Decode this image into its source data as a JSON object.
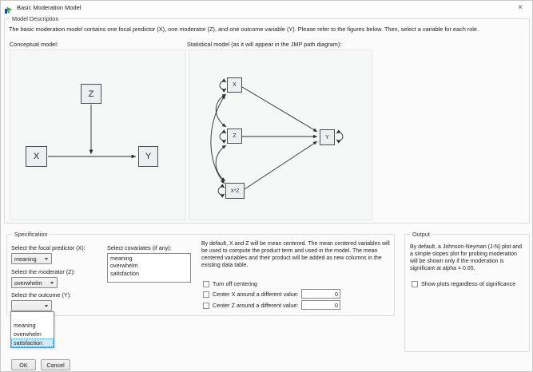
{
  "window": {
    "title": "Basic Moderation Model",
    "close_glyph": "×"
  },
  "model_description": {
    "label": "Model Description",
    "text": "The basic moderation model contains one focal predictor (X), one moderator (Z), and one outcome variable (Y). Please refer to the figures below. Then, select a variable for each role.",
    "conceptual_label": "Conceptual model:",
    "statistical_label": "Statistical model (as it will appear in the JMP path diagram):",
    "nodes": {
      "x": "X",
      "z": "Z",
      "y": "Y",
      "xz": "X*Z"
    }
  },
  "specification": {
    "label": "Specification",
    "focal": {
      "label": "Select the focal predictor (X):",
      "value": "meaning"
    },
    "moderator": {
      "label": "Select the moderator (Z):",
      "value": "overwhelm"
    },
    "outcome": {
      "label": "Select the outcome (Y):",
      "value": ""
    },
    "outcome_dropdown": {
      "options": [
        "meaning",
        "overwhelm",
        "satisfaction"
      ],
      "highlighted": "satisfaction"
    },
    "covariates": {
      "label": "Select covariates (if any):",
      "options": [
        "meaning",
        "overwhelm",
        "satisfaction"
      ]
    },
    "centering_text": "By default, X and Z will be mean centered. The mean centered variables will be used to compute the product term and used in the model. The mean centered variables and their product will be added as new columns in the existing data table.",
    "turn_off_centering_label": "Turn off centering",
    "center_x": {
      "label": "Center X around a different value:",
      "value": "0"
    },
    "center_z": {
      "label": "Center Z around a different value:",
      "value": "0"
    }
  },
  "output": {
    "label": "Output",
    "text": "By default, a Johnson-Neyman (J-N) plot and a simple slopes plot for probing moderation will be shown only if the moderation is significant at alpha = 0.05.",
    "show_plots_label": "Show plots regardless of significance"
  },
  "buttons": {
    "ok": "OK",
    "cancel": "Cancel"
  },
  "colors": {
    "selection_bg": "#cfe8fa",
    "selection_outline": "#3b96d2",
    "icon_green": "#3faa4b",
    "icon_blue": "#1f4e9c"
  }
}
